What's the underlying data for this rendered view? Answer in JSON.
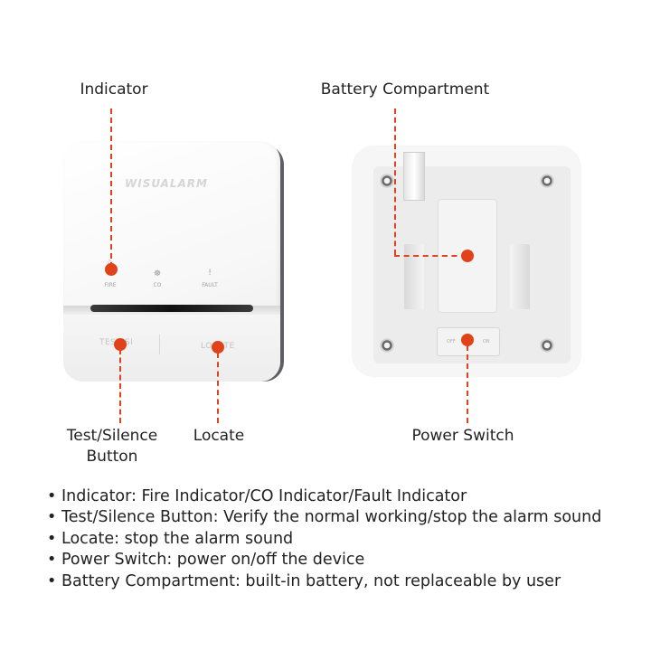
{
  "callouts": {
    "indicator": "Indicator",
    "battery_compartment": "Battery Compartment",
    "test_silence_line1": "Test/Silence",
    "test_silence_line2": "Button",
    "locate": "Locate",
    "power_switch": "Power Switch"
  },
  "front_device": {
    "brand": "WISUALARM",
    "indicators": [
      {
        "icon": "fire-icon",
        "glyph": "♨",
        "label": "FIRE"
      },
      {
        "icon": "co-icon",
        "glyph": "☸",
        "label": "CO"
      },
      {
        "icon": "fault-icon",
        "glyph": "!",
        "label": "FAULT"
      }
    ],
    "test_button_text": "TEST/SI",
    "locate_button_text": "LOCATE"
  },
  "back_device": {
    "switch_off": "OFF",
    "switch_on": "ON"
  },
  "notes": [
    "Indicator: Fire Indicator/CO Indicator/Fault Indicator",
    "Test/Silence Button: Verify the normal working/stop the alarm sound",
    "Locate: stop the alarm sound",
    "Power Switch: power on/off the device",
    "Battery Compartment: built-in battery, not replaceable by user"
  ],
  "colors": {
    "accent": "#e0431a",
    "text": "#222222",
    "device_white": "#f6f6f6",
    "device_side": "#5d5f63"
  }
}
